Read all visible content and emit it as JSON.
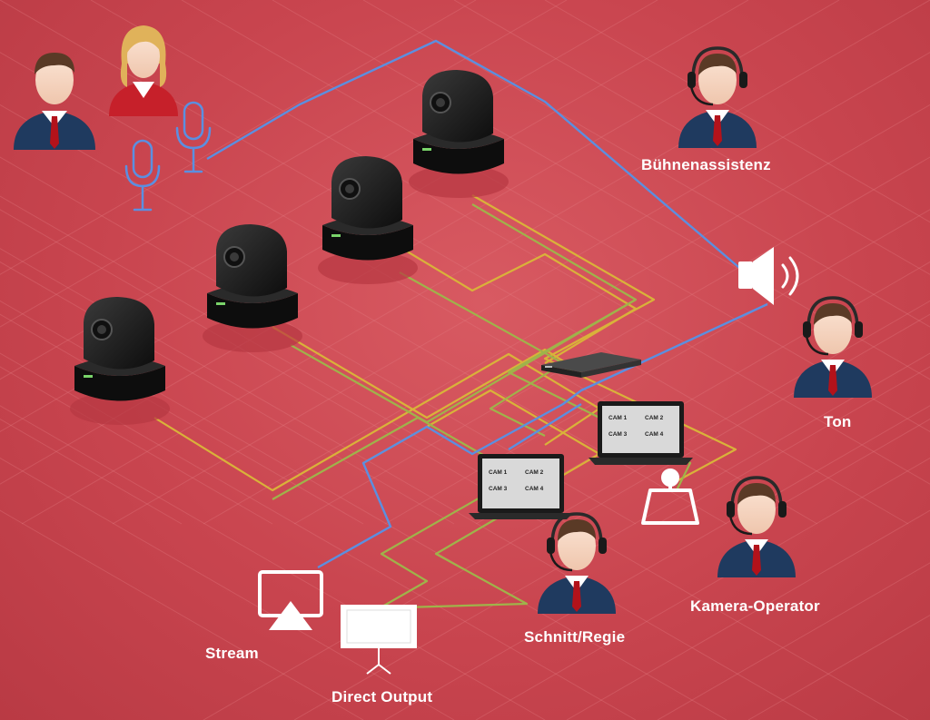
{
  "labels": {
    "buehnenassistenz": "Bühnenassistenz",
    "ton": "Ton",
    "kamera_operator": "Kamera-Operator",
    "schnitt_regie": "Schnitt/Regie",
    "stream": "Stream",
    "direct_output": "Direct Output"
  },
  "monitor_screen": {
    "cam1": "CAM 1",
    "cam2": "CAM 2",
    "cam3": "CAM 3",
    "cam4": "CAM 4"
  },
  "colors": {
    "background": "#c9454f",
    "audio_line": "#5b8fe0",
    "video_line_yellow": "#d9b23a",
    "video_line_green": "#9fb34a",
    "label_text": "#ffffff"
  },
  "icons": [
    "person-icon",
    "microphone-icon",
    "ptz-camera-icon",
    "headset-icon",
    "speaker-icon",
    "switcher-box-icon",
    "laptop-icon",
    "joystick-icon",
    "airplay-icon",
    "projector-screen-icon"
  ]
}
